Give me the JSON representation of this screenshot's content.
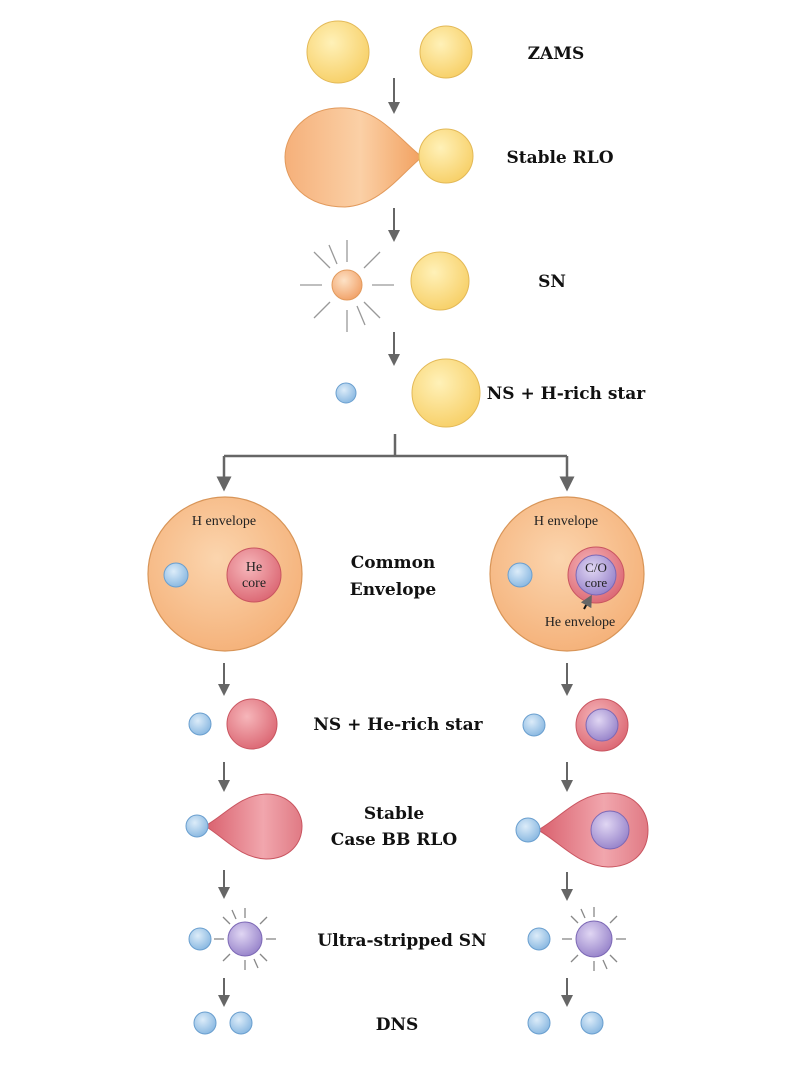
{
  "stages": {
    "zams": "ZAMS",
    "stable_rlo": "Stable RLO",
    "sn": "SN",
    "ns_h_rich": "NS + H-rich star",
    "common_envelope_1": "Common",
    "common_envelope_2": "Envelope",
    "ns_he_rich": "NS + He-rich star",
    "case_bb_1": "Stable",
    "case_bb_2": "Case BB RLO",
    "ultra_stripped": "Ultra-stripped SN",
    "dns": "DNS"
  },
  "labels": {
    "h_envelope_left": "H envelope",
    "h_envelope_right": "H envelope",
    "he_core_1": "He",
    "he_core_2": "core",
    "co_core_1": "C/O",
    "co_core_2": "core",
    "he_envelope": "He envelope"
  },
  "colors": {
    "yellow_star": "#f9d77a",
    "orange_star": "#f5b27c",
    "envelope": "#f7bf8a",
    "neutron_star": "#9cc6e8",
    "he_star": "#e07a84",
    "co_core": "#a793d1",
    "arrow": "#666666",
    "outline": "#c99a55"
  }
}
